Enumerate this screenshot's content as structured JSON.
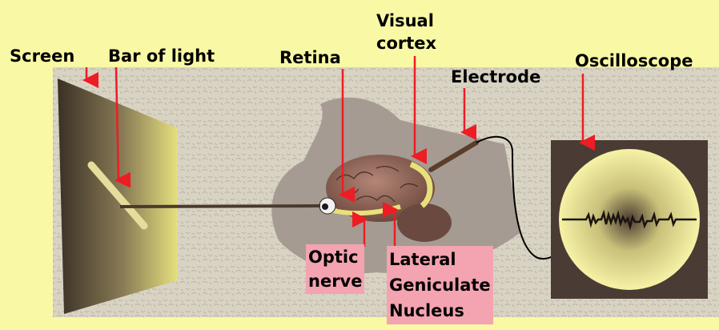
{
  "labels": {
    "screen": "Screen",
    "bar_of_light": "Bar of light",
    "retina": "Retina",
    "visual_cortex": [
      "Visual",
      "cortex"
    ],
    "electrode": "Electrode",
    "oscilloscope": "Oscilloscope",
    "optic_nerve": [
      "Optic",
      "nerve"
    ],
    "lgn": [
      "Lateral",
      "Geniculate",
      "Nucleus"
    ]
  },
  "colors": {
    "background": "#f9f8a5",
    "arrow": "#ee1c25",
    "label_box": "#f4a3b0",
    "panel": "#d8d2c2"
  }
}
